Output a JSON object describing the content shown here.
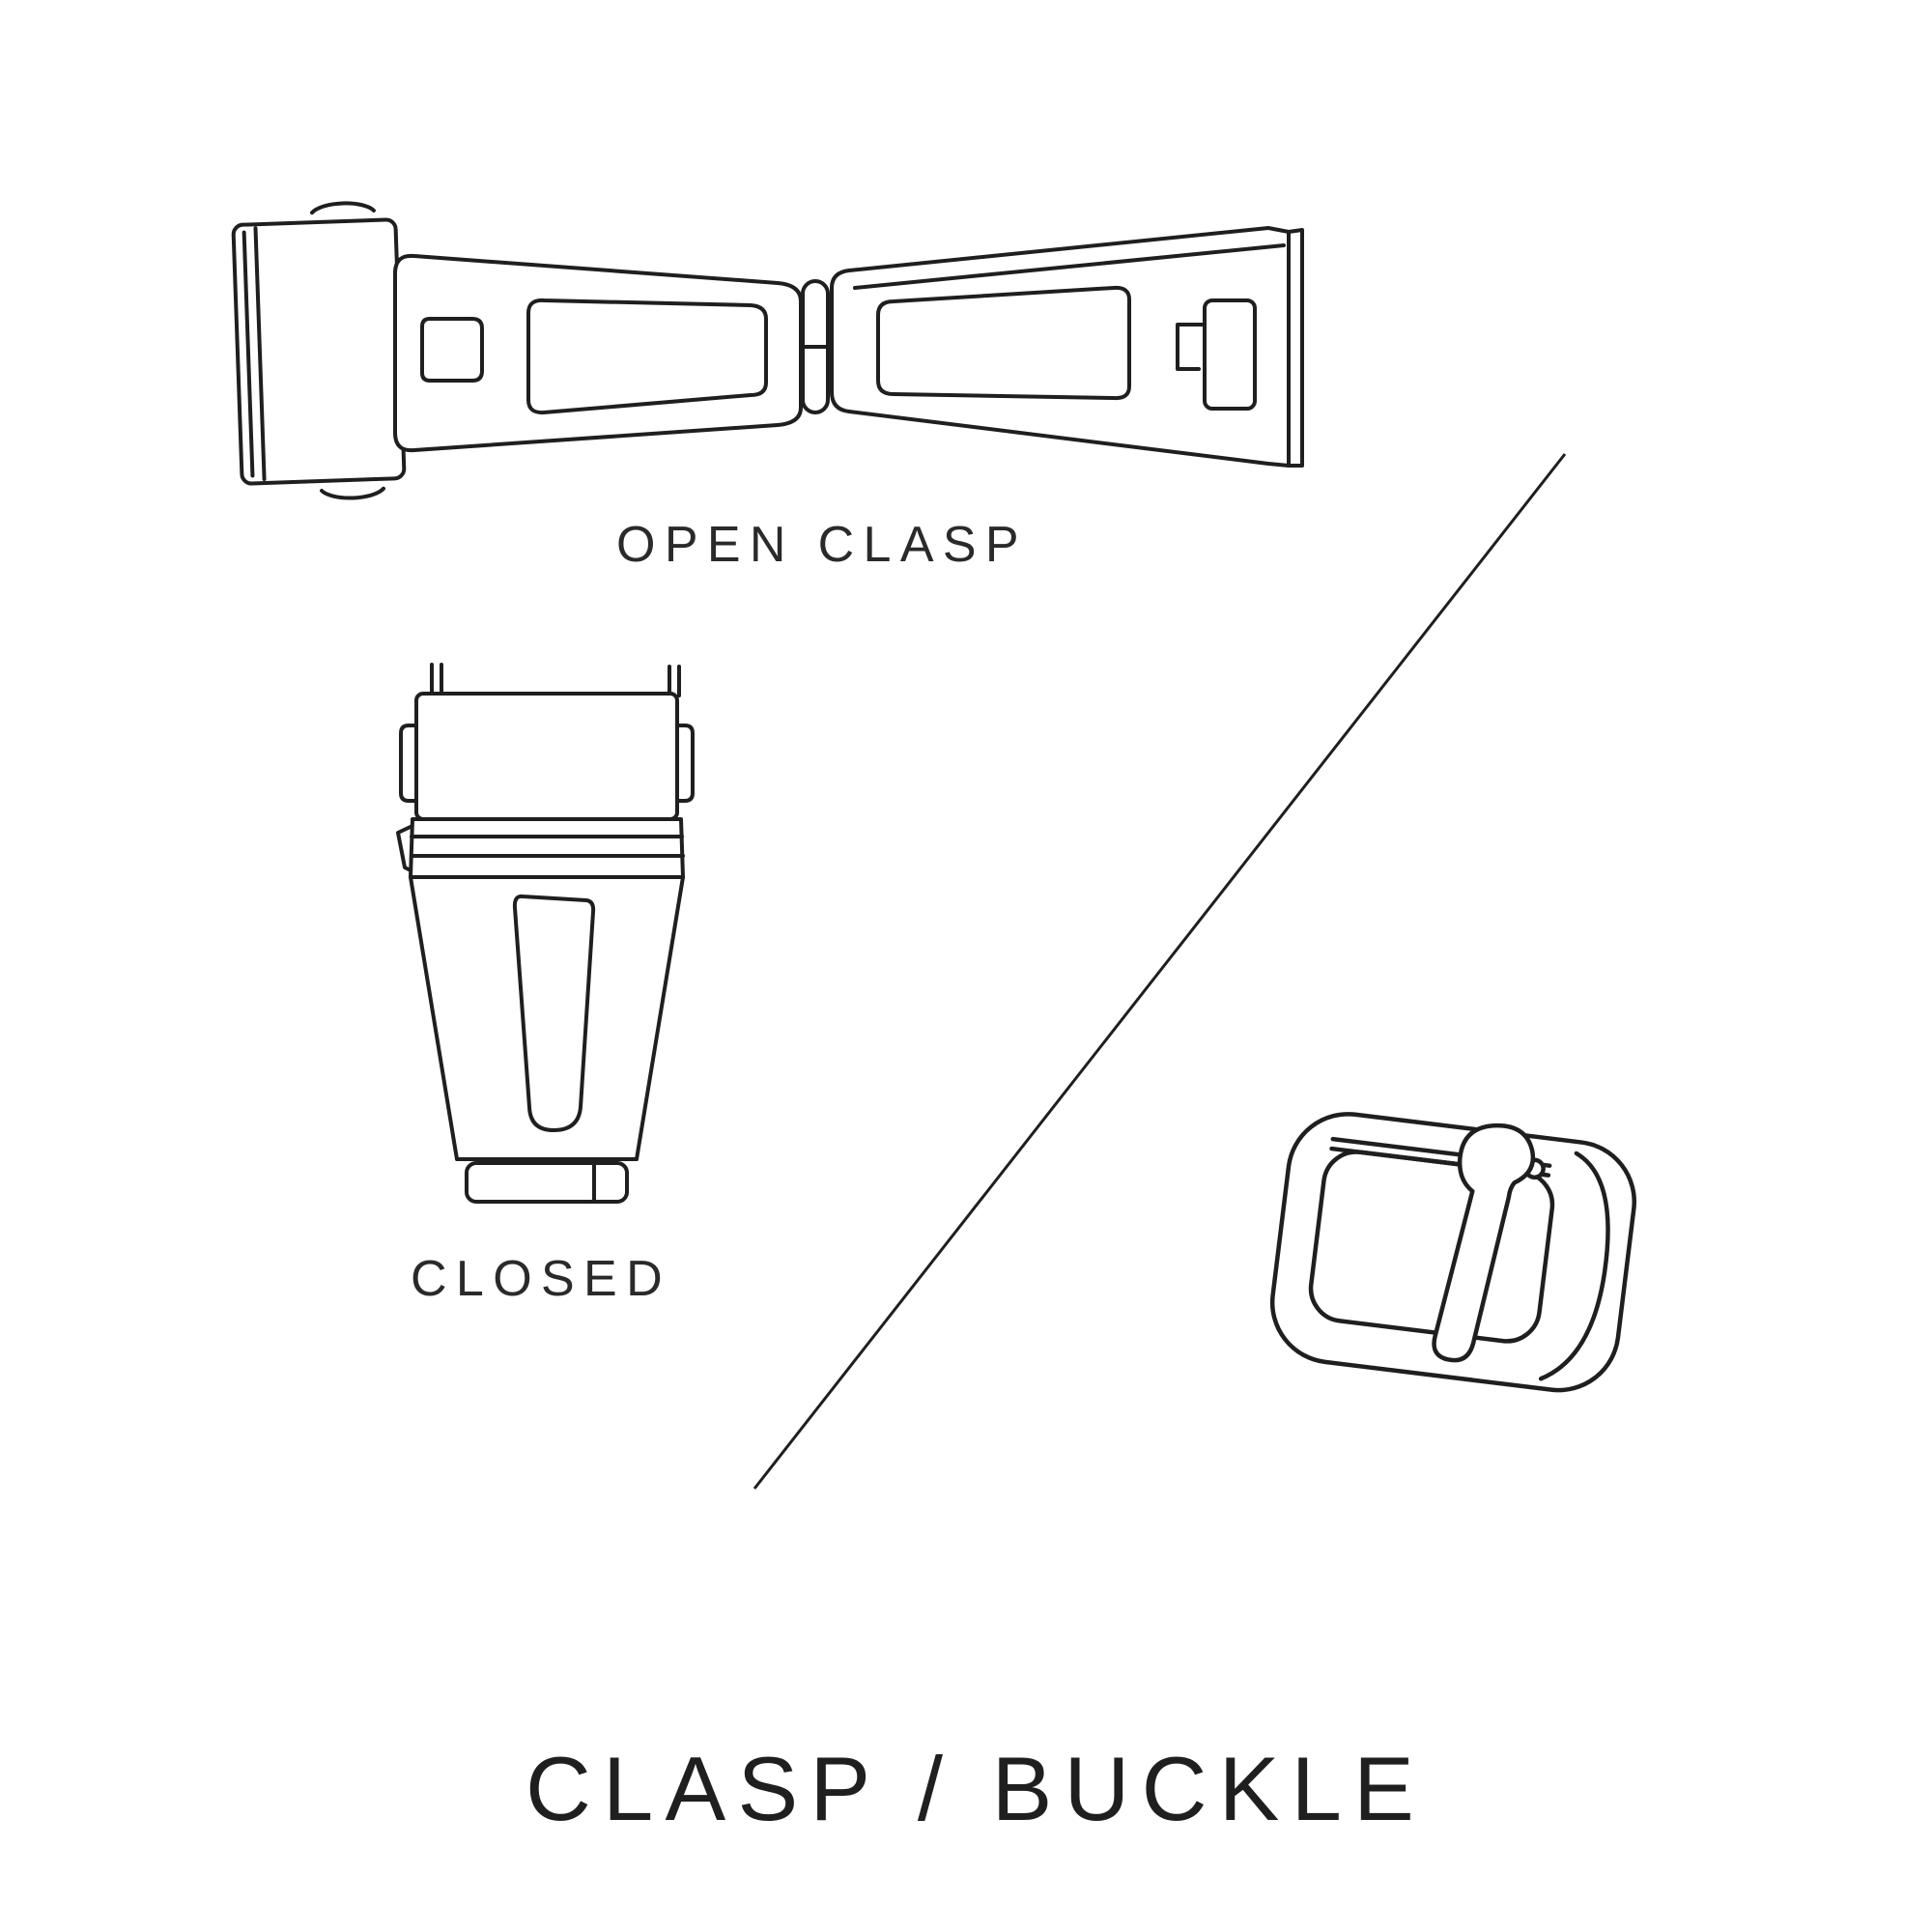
{
  "page": {
    "background_color": "#ffffff",
    "line_color": "#1f1f1f",
    "text_color": "#2a2a2a"
  },
  "labels": {
    "open_clasp": "OPEN CLASP",
    "closed": "CLOSED"
  },
  "title": {
    "text": "CLASP / BUCKLE"
  },
  "figures": {
    "open_clasp": "open-clasp-illustration",
    "closed_clasp": "closed-clasp-illustration",
    "buckle": "buckle-illustration",
    "divider": "diagonal-divider-line"
  }
}
